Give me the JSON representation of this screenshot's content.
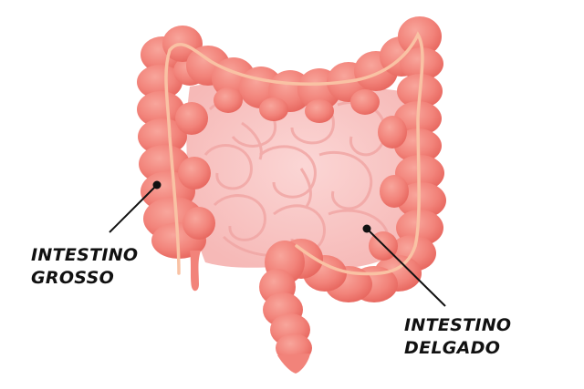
{
  "labels": {
    "large_intestine": {
      "line1": "INTESTINO",
      "line2": "GROSSO"
    },
    "small_intestine": {
      "line1": "INTESTINO",
      "line2": "DELGADO"
    }
  },
  "colors": {
    "colon_fill": "#f2837a",
    "colon_shade": "#e8665e",
    "colon_highlight": "#f7a49a",
    "band": "#f9c2a4",
    "small_intestine_fill": "#f9c9c8",
    "small_intestine_loop": "#f4b3b1",
    "pointer": "#111111",
    "background": "#ffffff"
  }
}
